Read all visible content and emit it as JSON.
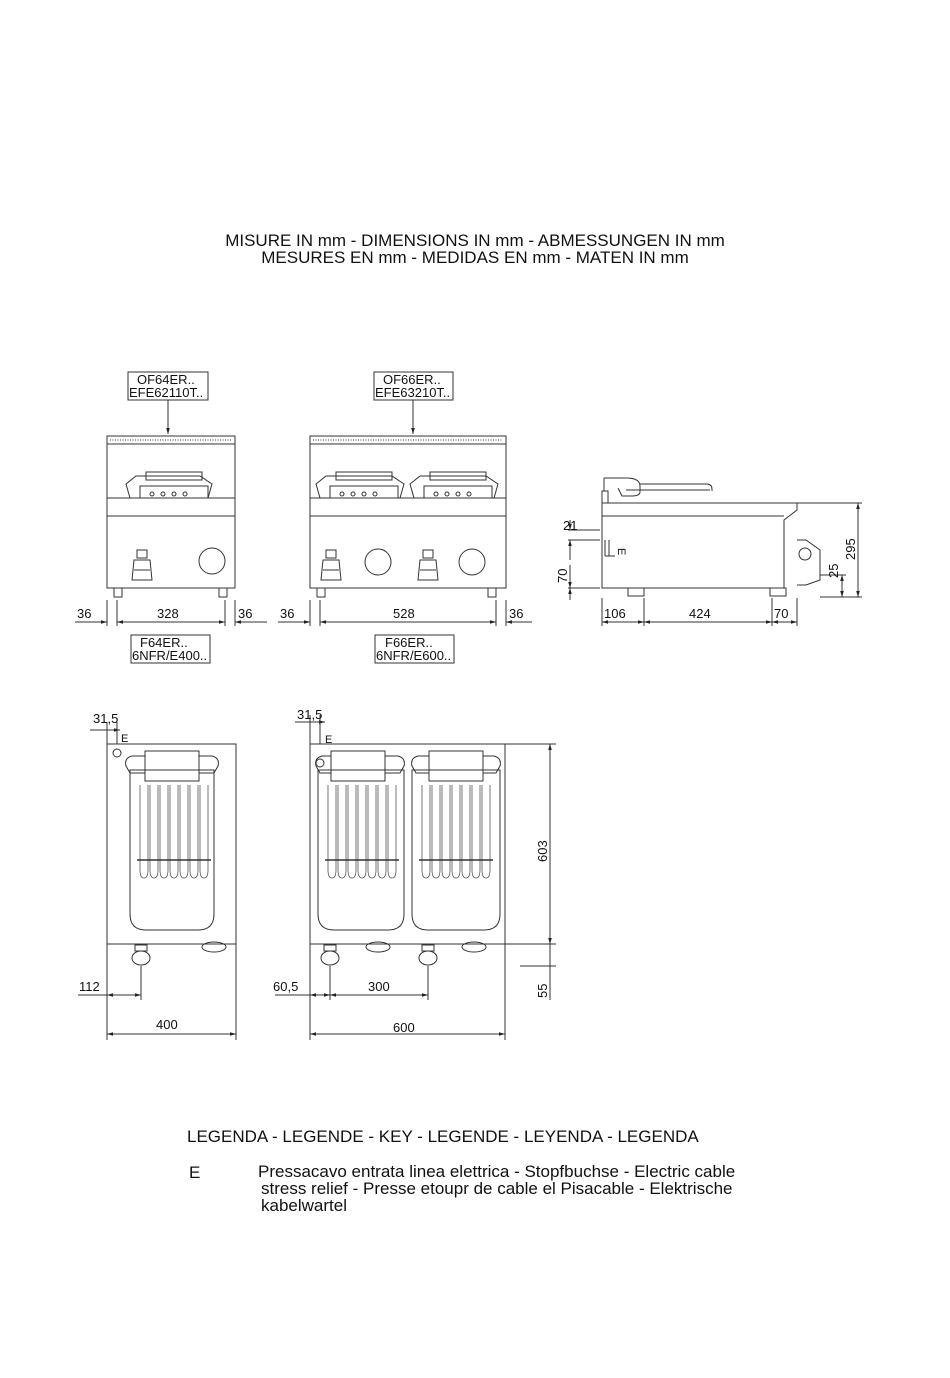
{
  "header": {
    "line1": "MISURE IN mm - DIMENSIONS IN mm - ABMESSUNGEN IN mm",
    "line2": "MESURES EN mm - MEDIDAS EN mm - MATEN IN mm"
  },
  "front_views": {
    "single": {
      "top_label_1": "OF64ER..",
      "top_label_2": "EFE62110T..",
      "bottom_label_1": "F64ER..",
      "bottom_label_2": "6NFR/E400..",
      "dim_left": "36",
      "dim_width": "328",
      "dim_right": "36"
    },
    "double": {
      "top_label_1": "OF66ER..",
      "top_label_2": "EFE63210T..",
      "bottom_label_1": "F66ER..",
      "bottom_label_2": "6NFR/E600..",
      "dim_left": "36",
      "dim_width": "528",
      "dim_right": "36"
    }
  },
  "side_view": {
    "dim_21": "21",
    "dim_70": "70",
    "marker_e": "E",
    "dim_295": "295",
    "dim_25": "25",
    "dim_106": "106",
    "dim_424": "424",
    "dim_70b": "70"
  },
  "top_views": {
    "single": {
      "dim_offset": "31,5",
      "marker_e": "E",
      "dim_112": "112",
      "dim_width": "400"
    },
    "double": {
      "dim_offset": "31,5",
      "marker_e": "E",
      "dim_60_5": "60,5",
      "dim_300": "300",
      "dim_width": "600",
      "dim_depth": "603",
      "dim_55": "55"
    }
  },
  "legend": {
    "title": "LEGENDA - LEGENDE - KEY - LEGENDE - LEYENDA - LEGENDA",
    "key": "E",
    "line1": "Pressacavo entrata linea elettrica - Stopfbuchse - Electric cable",
    "line2": "stress relief - Presse etoupr de cable el Pisacable - Elektrische",
    "line3": "kabelwartel"
  }
}
